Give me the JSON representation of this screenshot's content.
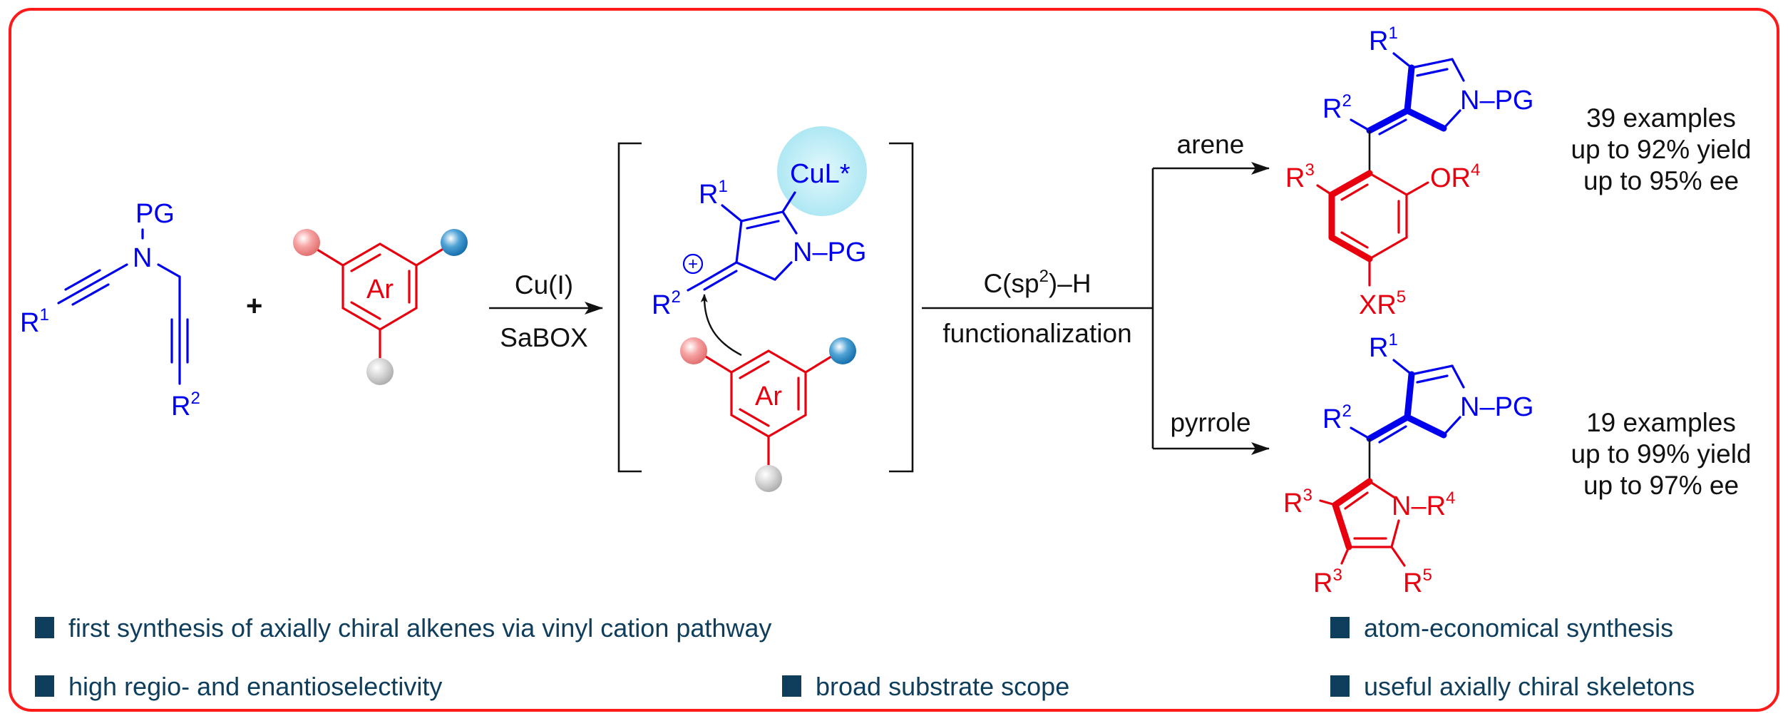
{
  "colors": {
    "frame": "#ff0000",
    "substrate_blue": "#0000ee",
    "arene_red": "#e8000f",
    "copper_highlight": "#bfeef7",
    "bullet_navy": "#0f3d5c",
    "ball_pink": "#f08a8a",
    "ball_blue": "#1f7fbf",
    "ball_gray": "#c4c4c4"
  },
  "reactant_ynamide": {
    "pg": "PG",
    "n": "N",
    "r1": "R",
    "r1_sup": "1",
    "r2": "R",
    "r2_sup": "2"
  },
  "plus": "+",
  "reactant_arene": {
    "ring_label": "Ar"
  },
  "step1": {
    "above": "Cu(I)",
    "below": "SaBOX"
  },
  "intermediate": {
    "metal": "CuL*",
    "r1": "R",
    "r1_sup": "1",
    "r2": "R",
    "r2_sup": "2",
    "n_pg": "N–PG",
    "charge": "+",
    "ring_label": "Ar"
  },
  "step2": {
    "above_prefix": "C(sp",
    "above_sup": "2",
    "above_suffix": ")–H",
    "below": "functionalization",
    "branch_top": "arene",
    "branch_bottom": "pyrrole"
  },
  "product_arene": {
    "r1": "R",
    "r1_sup": "1",
    "r2": "R",
    "r2_sup": "2",
    "n_pg": "N–PG",
    "r3": "R",
    "r3_sup": "3",
    "or4": "OR",
    "or4_sup": "4",
    "xr5": "XR",
    "xr5_sup": "5",
    "stats": [
      "39 examples",
      "up to 92% yield",
      "up to 95% ee"
    ]
  },
  "product_pyrrole": {
    "r1": "R",
    "r1_sup": "1",
    "r2": "R",
    "r2_sup": "2",
    "n_pg": "N–PG",
    "r3a": "R",
    "r3a_sup": "3",
    "n_r4": "N–R",
    "n_r4_sup": "4",
    "r3b": "R",
    "r3b_sup": "3",
    "r5": "R",
    "r5_sup": "5",
    "stats": [
      "19 examples",
      "up to 99% yield",
      "up to 97% ee"
    ]
  },
  "highlights": [
    "first synthesis of axially chiral alkenes via vinyl cation pathway",
    "atom-economical synthesis",
    "high regio- and enantioselectivity",
    "broad substrate scope",
    "useful axially chiral skeletons"
  ]
}
